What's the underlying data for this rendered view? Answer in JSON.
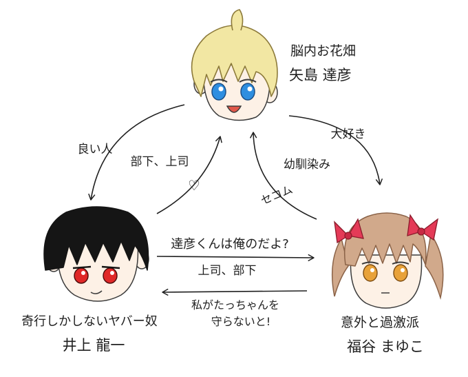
{
  "characters": {
    "top": {
      "descriptor": "脳内お花畑",
      "name": "矢島 達彦",
      "colors": {
        "hair": "#f2e7a3",
        "hair_line": "#8c7a3a",
        "eyes": "#2e8ee0",
        "skin": "#fdf1e6"
      }
    },
    "left": {
      "descriptor": "奇行しかしないヤバー奴",
      "name": "井上 龍一",
      "colors": {
        "hair": "#151515",
        "eyes": "#e02828",
        "skin": "#fdf1e6"
      }
    },
    "right": {
      "descriptor": "意外と過激派",
      "name": "福谷 まゆこ",
      "colors": {
        "hair": "#d1a98b",
        "hair_line": "#8a6247",
        "ribbon": "#e43a57",
        "eyes": "#e8a23a",
        "skin": "#fdf1e6"
      }
    }
  },
  "relations": {
    "top_to_left": "良い人",
    "left_to_top": "部下、上司",
    "top_to_right": "大好き",
    "right_to_top_1": "幼馴染み",
    "right_to_top_2": "セコム",
    "left_to_right_1": "達彦くんは俺のだよ?",
    "left_to_right_2": "上司、部下",
    "right_to_left_1": "私がたっちゃんを",
    "right_to_left_2": "守らないと!"
  },
  "heart_symbol": "♡"
}
